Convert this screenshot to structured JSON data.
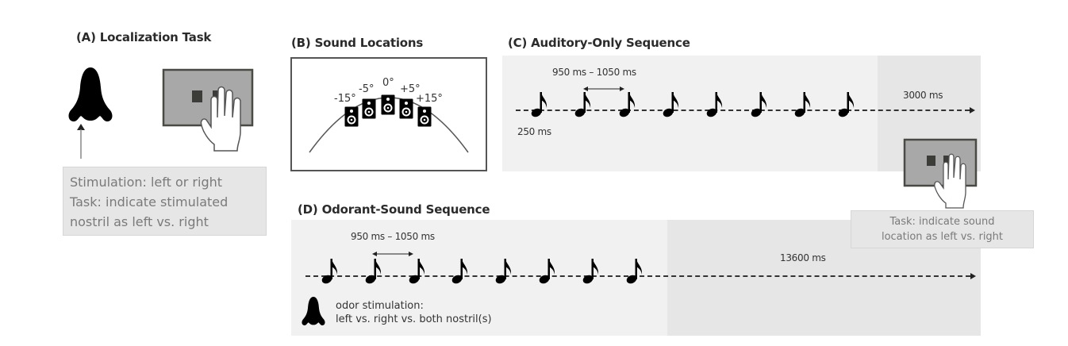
{
  "panels": {
    "a": {
      "title": "(A) Localization Task",
      "info_lines": [
        "Stimulation: left or right",
        "Task: indicate stimulated",
        "nostril as left vs. right"
      ],
      "icons": [
        "nose-icon",
        "up-arrow-icon",
        "response-box-icon",
        "hand-icon"
      ]
    },
    "b": {
      "title": "(B) Sound Locations",
      "speaker_angles": [
        "-15°",
        "-5°",
        "0°",
        "+5°",
        "+15°"
      ],
      "icons": [
        "speaker-icon",
        "arc"
      ]
    },
    "c": {
      "title": "(C) Auditory-Only Sequence",
      "interval_label": "950 ms – 1050 ms",
      "tone_duration_label": "250 ms",
      "response_window_label": "3000 ms",
      "tone_count": 8,
      "task_lines": [
        "Task: indicate sound",
        "location as left vs. right"
      ]
    },
    "d": {
      "title": "(D) Odorant-Sound Sequence",
      "interval_label": "950 ms – 1050 ms",
      "response_window_label": "13600 ms",
      "tone_count": 8,
      "odor_lines": [
        "odor stimulation:",
        "left vs. right vs. both nostril(s)"
      ]
    }
  },
  "colors": {
    "panel_light": "#f1f1f1",
    "panel_dark": "#e6e6e6",
    "response_box": "#a8a8a8",
    "response_box_border": "#4a4a45",
    "button_dark": "#3c3c38",
    "info_text": "#7a7a7a"
  }
}
